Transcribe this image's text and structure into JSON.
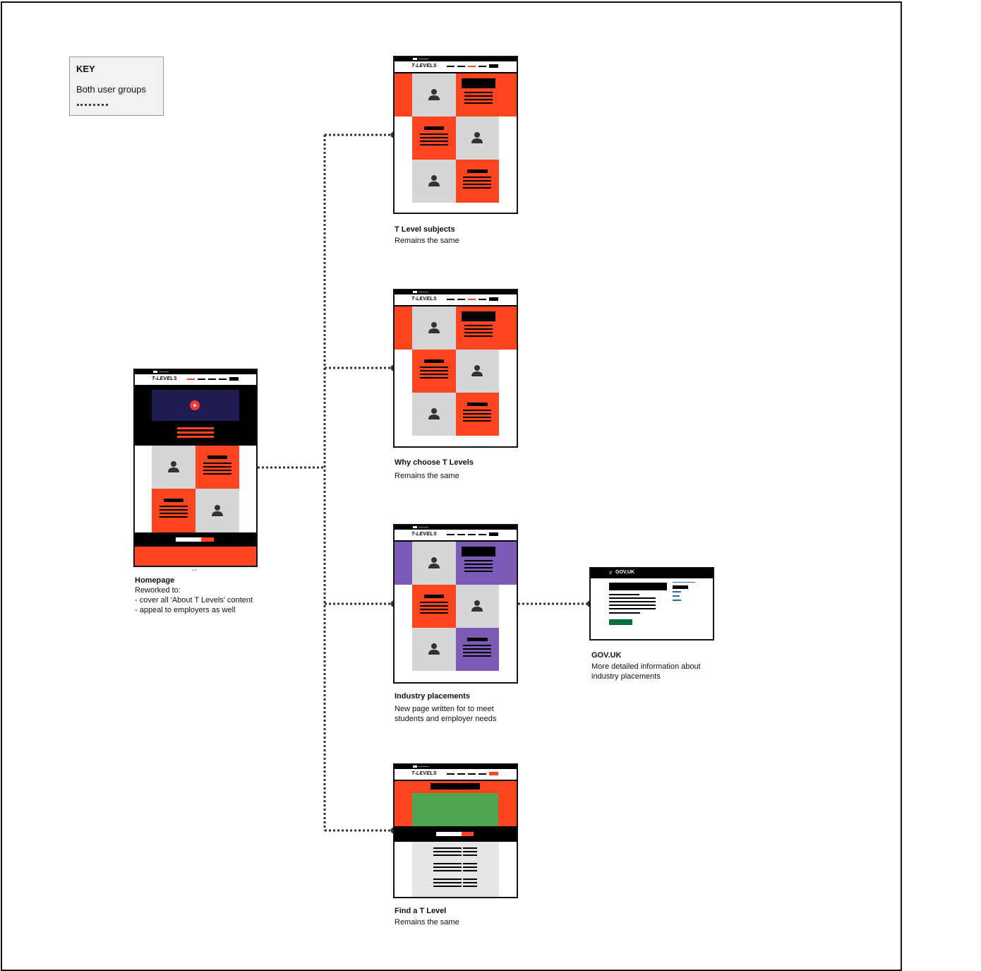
{
  "key": {
    "title": "KEY",
    "label": "Both user groups"
  },
  "wireframe_logo": "T-LEVELS",
  "govuk_logo": "GOV.UK",
  "homepage_footnote": "...",
  "pages": {
    "homepage": {
      "title": "Homepage",
      "lines": [
        "Reworked to:",
        "- cover all 'About T Levels' content",
        "- appeal to employers as well"
      ]
    },
    "subjects": {
      "title": "T Level subjects",
      "lines": [
        "Remains the same"
      ]
    },
    "why_choose": {
      "title": "Why choose T Levels",
      "lines": [
        "Remains the same"
      ]
    },
    "placements": {
      "title": "Industry placements",
      "lines": [
        "New page written for to meet",
        "students and employer needs"
      ]
    },
    "govuk": {
      "title": "GOV.UK",
      "lines": [
        "More detailed information about",
        "industry placements"
      ]
    },
    "find": {
      "title": "Find a T Level",
      "lines": [
        "Remains the same"
      ]
    }
  },
  "colors": {
    "orange": "#ff4420",
    "grey": "#d6d6d6",
    "purple": "#7b5bb5",
    "navy": "#1f1d4f",
    "green": "#4ea650",
    "govuk_green": "#00703c",
    "govuk_blue": "#1d70b8"
  }
}
